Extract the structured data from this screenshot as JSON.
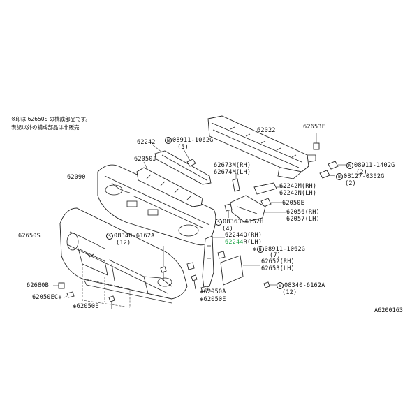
{
  "note": {
    "line1": "※印は 62650S の構成部品です。",
    "line2": "表記以外の構成部品は非販売"
  },
  "parts": {
    "p62022": "62022",
    "p62653F": "62653F",
    "p62242": "62242",
    "p08911_1062G_top": "08911-1062G",
    "p08911_1062G_top_qty": "(5)",
    "p62050J": "62050J",
    "p62090": "62090",
    "p62673M": "62673M(RH)",
    "p62674M": "62674M(LH)",
    "p08911_1402G": "08911-1402G",
    "p08911_1402G_qty": "(2)",
    "p08127_0302G": "08127-0302G",
    "p08127_0302G_qty": "(2)",
    "p62242M": "62242M(RH)",
    "p62242N": "62242N(LH)",
    "p62050E_mid": "62050E",
    "p62056": "62056(RH)",
    "p62057": "62057(LH)",
    "p08363_6162H": "08363-6162H",
    "p08363_6162H_qty": "(4)",
    "p62650S": "62650S",
    "p08340_6162A_left": "08340-6162A",
    "p08340_6162A_left_qty": "(12)",
    "p62244Q": "62244Q(RH)",
    "p62244R_code": "62244",
    "p62244R_suffix": "R(LH)",
    "p08911_1062G_mid": "08911-1062G",
    "p08911_1062G_mid_qty": "(7)",
    "p62652": "62652(RH)",
    "p62653": "62653(LH)",
    "p62680B": "62680B",
    "p62050EC": "62050EC",
    "p62050E_bottom": "62050E",
    "p62050A": "62050A",
    "p62050E_right": "62050E",
    "p08340_6162A_right": "08340-6162A",
    "p08340_6162A_right_qty": "(12)"
  },
  "prefix": {
    "n": "N",
    "s": "S",
    "b": "B",
    "star": "❋"
  },
  "figure_code": "A6200163",
  "colors": {
    "highlight": "#22a64a",
    "line": "#222222"
  }
}
